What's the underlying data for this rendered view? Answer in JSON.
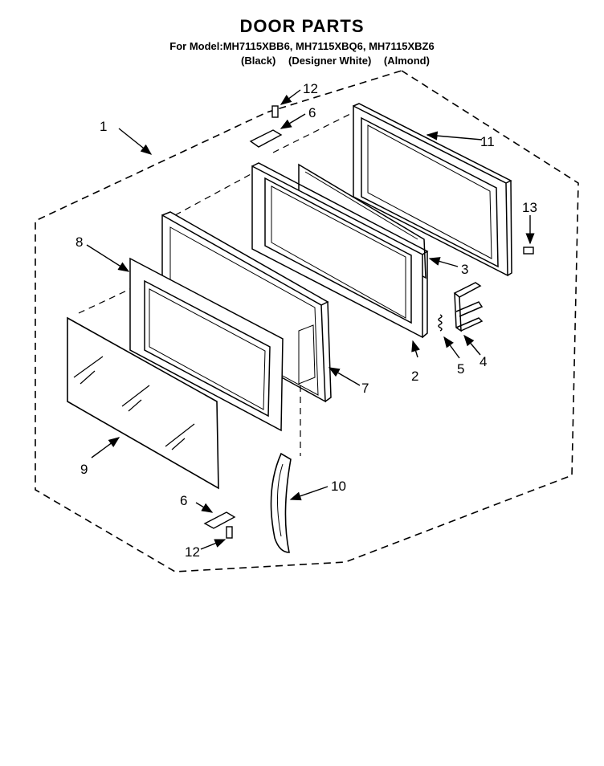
{
  "header": {
    "title": "DOOR PARTS",
    "model_line": "For Model:MH7115XBB6, MH7115XBQ6, MH7115XBZ6",
    "variants": [
      "(Black)",
      "(Designer White)",
      "(Almond)"
    ]
  },
  "callouts": [
    "1",
    "2",
    "3",
    "4",
    "5",
    "6",
    "6",
    "7",
    "8",
    "9",
    "10",
    "11",
    "12",
    "12",
    "13"
  ]
}
